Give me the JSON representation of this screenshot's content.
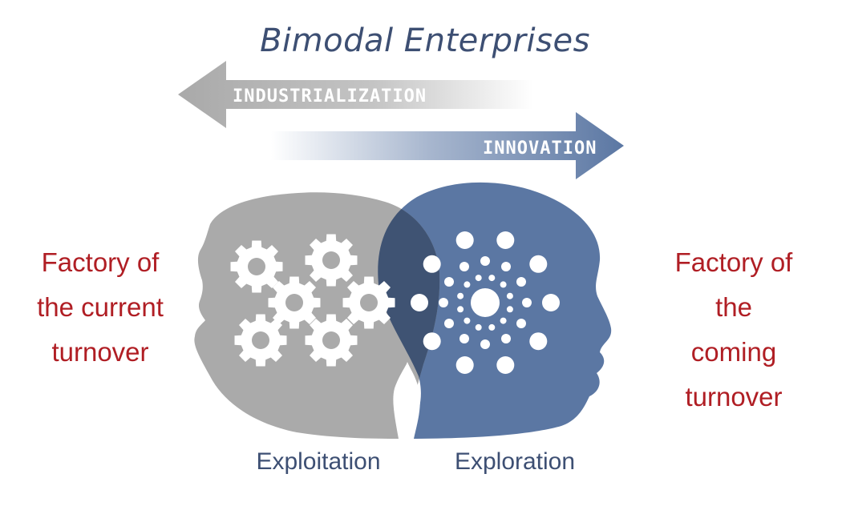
{
  "title": "Bimodal Enterprises",
  "arrows": {
    "left_label": "INDUSTRIALIZATION",
    "right_label": "INNOVATION"
  },
  "left_side": {
    "lines": [
      "Factory of",
      "the current",
      "turnover"
    ]
  },
  "right_side": {
    "lines": [
      "Factory of the",
      "coming",
      "turnover"
    ]
  },
  "heads": {
    "left_caption": "Exploitation",
    "right_caption": "Exploration",
    "left_icon": "gears-icon",
    "right_icon": "radial-dots-icon"
  },
  "colors": {
    "gray": "#aaaaaa",
    "blue": "#5b77a3",
    "overlap": "#3f5373",
    "title": "#3d4f73",
    "red": "#b01e24"
  }
}
